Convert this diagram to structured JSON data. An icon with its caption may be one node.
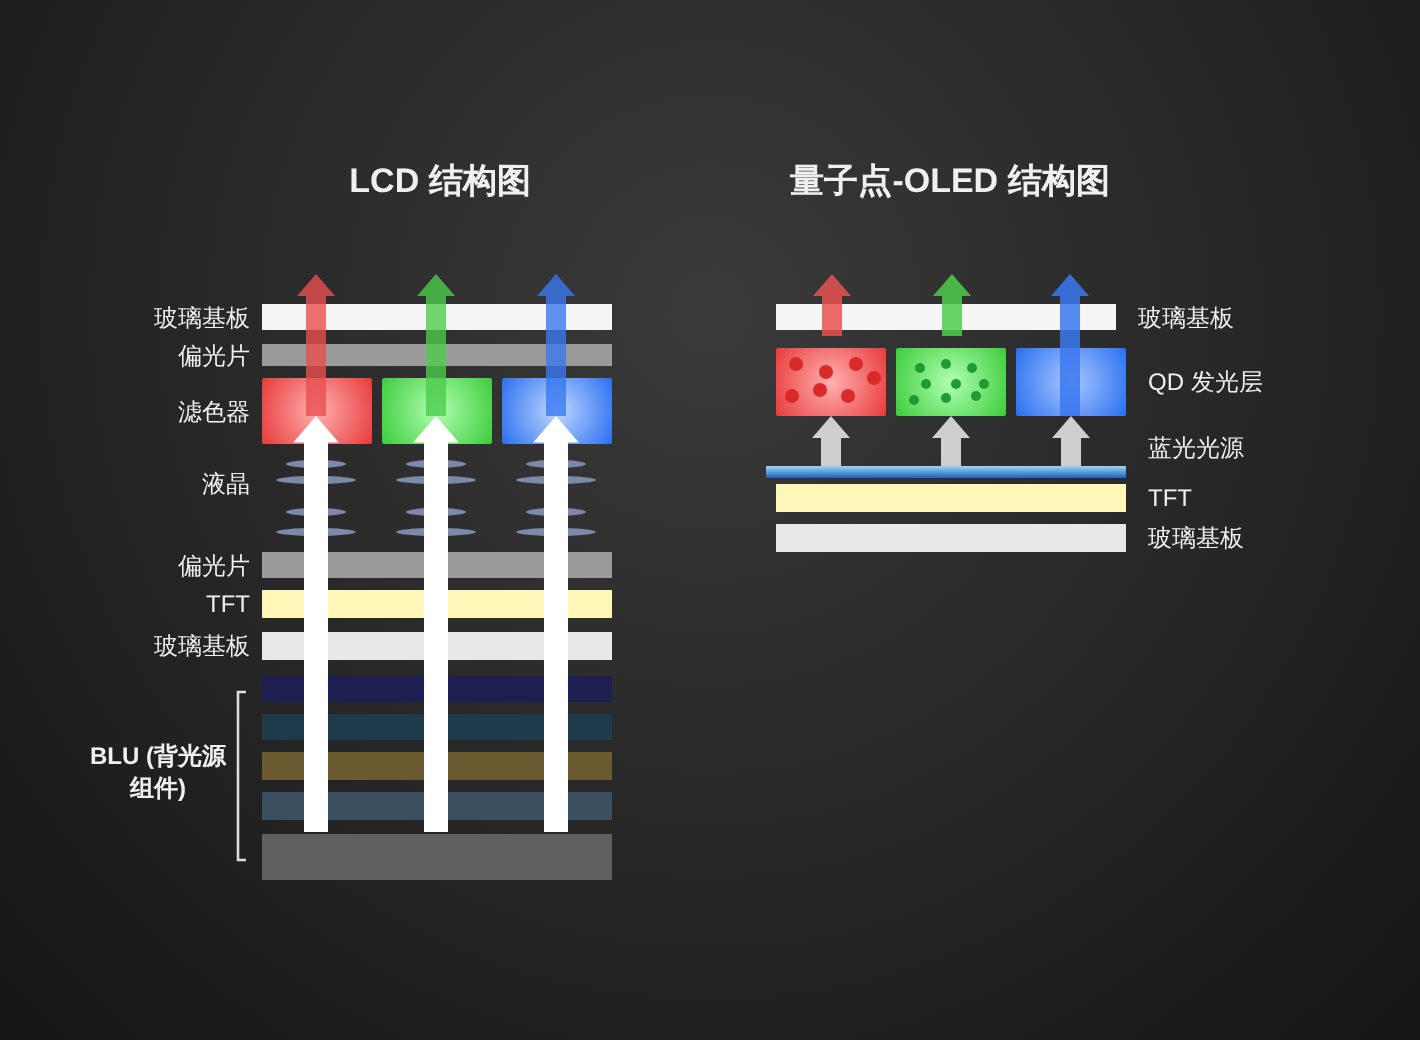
{
  "diagram": {
    "nodes": [
      {
        "text": [],
        "shape": "bar",
        "beside": [
          "玻璃基板"
        ]
      },
      {
        "text": [],
        "shape": "bar",
        "beside": [
          "偏光片"
        ]
      },
      {
        "text": [],
        "shape": "box",
        "beside": [
          "滤色器"
        ]
      },
      {
        "text": [],
        "shape": "box"
      },
      {
        "text": [],
        "shape": "box"
      },
      {
        "text": [],
        "shape": "bar",
        "beside": [
          "偏光片"
        ]
      },
      {
        "text": [],
        "shape": "bar",
        "beside": [
          "TFT"
        ]
      },
      {
        "text": [],
        "shape": "bar",
        "beside": [
          "玻璃基板"
        ]
      },
      {
        "text": [],
        "shape": "bar"
      },
      {
        "text": [],
        "shape": "bar"
      },
      {
        "text": [],
        "shape": "bar"
      },
      {
        "text": [],
        "shape": "bar"
      },
      {
        "text": [],
        "shape": "bar"
      },
      {
        "text": [],
        "shape": "bar",
        "beside": [
          "玻璃基板"
        ]
      },
      {
        "text": [],
        "shape": "box"
      },
      {
        "text": [],
        "shape": "box"
      },
      {
        "text": [],
        "shape": "box",
        "beside": [
          "QD 发光层"
        ]
      },
      {
        "text": [],
        "shape": "bar",
        "beside": [
          "蓝光光源"
        ]
      },
      {
        "text": [],
        "shape": "bar",
        "beside": [
          "TFT"
        ]
      },
      {
        "text": [],
        "shape": "bar",
        "beside": [
          "玻璃基板"
        ]
      }
    ],
    "edges": [
      {
        "from": 17,
        "to": 14,
        "arrow": "to"
      },
      {
        "from": 17,
        "to": 15,
        "arrow": "to"
      },
      {
        "from": 17,
        "to": 16,
        "arrow": "to"
      }
    ],
    "labels": [
      "LCD 结构图",
      "量子点-OLED 结构图",
      "液晶",
      "BLU (背光源组件)"
    ]
  }
}
